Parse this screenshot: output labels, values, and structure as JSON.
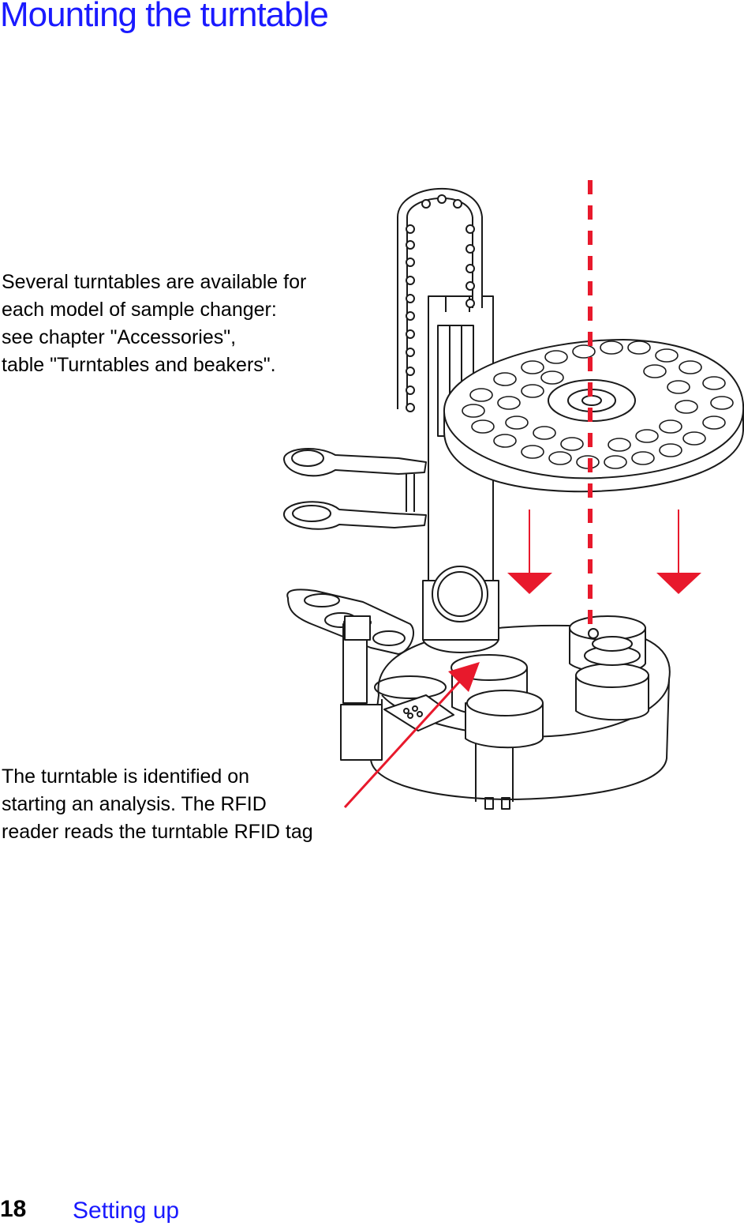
{
  "page": {
    "title": "Mounting the turntable",
    "intro_lines": [
      "Several turntables are available for",
      "each model of sample changer:",
      "see chapter \"Accessories\",",
      "table \"Turntables and beakers\"."
    ],
    "rfid_lines": [
      "The turntable is identified on",
      "starting an analysis. The RFID",
      "reader reads the turntable RFID tag"
    ]
  },
  "footer": {
    "page_number": "18",
    "section": "Setting up"
  },
  "colors": {
    "title": "#1a1aff",
    "arrow": "#e8192c",
    "line_art": "#1a1a1a"
  },
  "illustration": {
    "subject": "sample changer with turntable, drop-down arrows and RFID pointer",
    "icons": [
      "down-arrow-icon",
      "rfid-pointer-arrow-icon",
      "center-axis-dashed-line"
    ]
  }
}
